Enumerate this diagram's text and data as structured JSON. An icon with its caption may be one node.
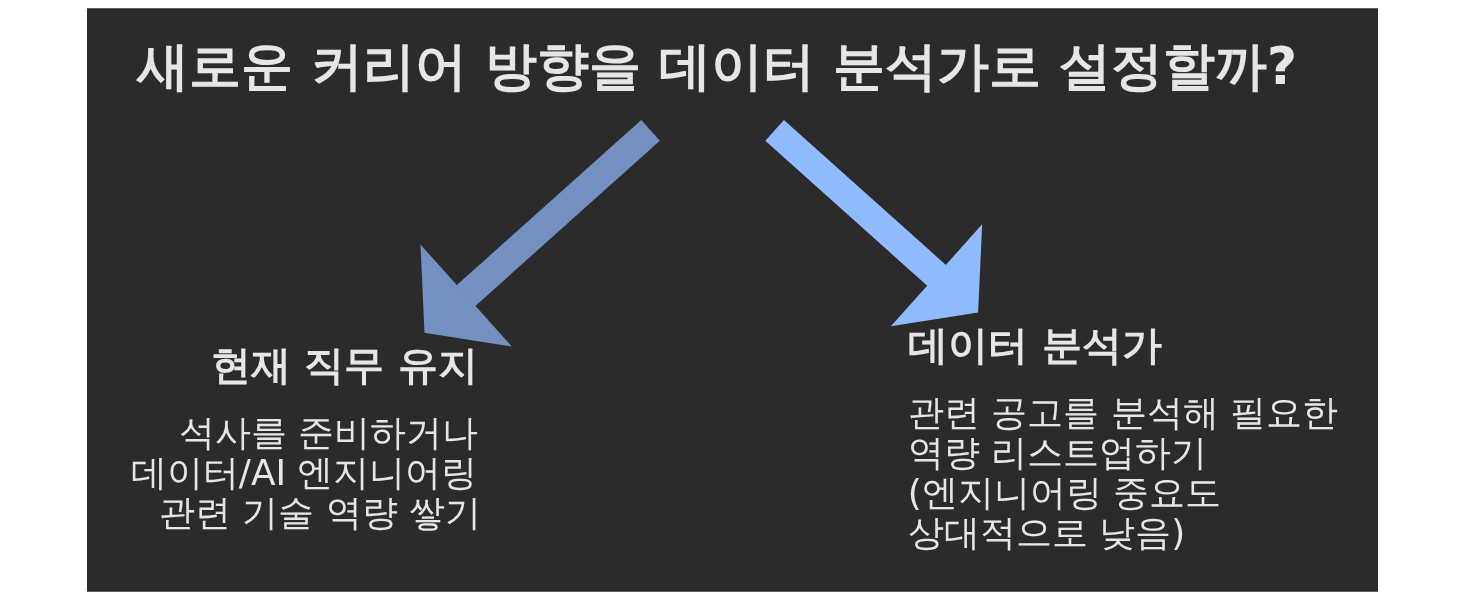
{
  "diagram": {
    "nodes": [
      {
        "text": [
          "새로운 커리어 방향을 데이터 분석가로 설정할까?"
        ]
      },
      {
        "text": [
          "현재 직무 유지",
          "석사를 준비하거나 데이터/AI 엔지니어링 관련 기술 역량 쌓기"
        ]
      },
      {
        "text": [
          "데이터 분석가",
          "관련 공고를 분석해 필요한 역량 리스트업하기 (엔지니어링 중요도 상대적으로 낮음)"
        ]
      }
    ],
    "edges": [
      {
        "from": 0,
        "to": 1,
        "arrow": "to",
        "color": "#7390c0"
      },
      {
        "from": 0,
        "to": 2,
        "arrow": "to",
        "color": "#91bbff"
      }
    ]
  }
}
